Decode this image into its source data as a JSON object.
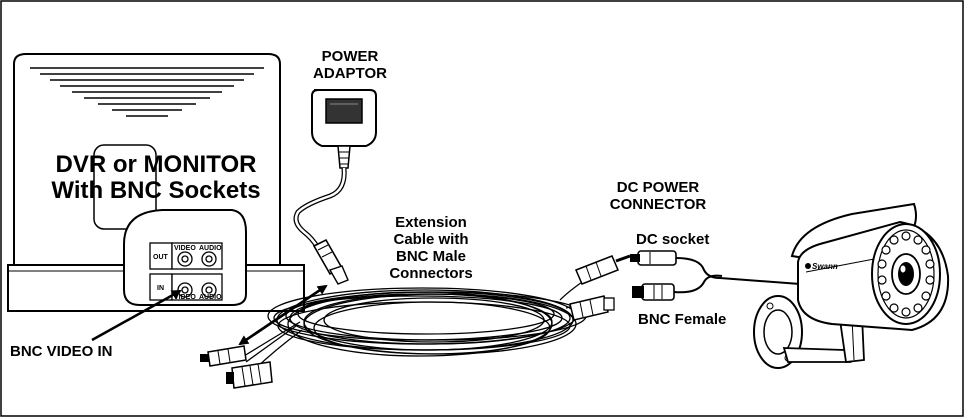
{
  "labels": {
    "dvr_line1": "DVR or MONITOR",
    "dvr_line2": "With BNC Sockets",
    "power_adaptor_line1": "POWER",
    "power_adaptor_line2": "ADAPTOR",
    "extension_line1": "Extension",
    "extension_line2": "Cable with",
    "extension_line3": "BNC Male",
    "extension_line4": "Connectors",
    "dc_power_line1": "DC POWER",
    "dc_power_line2": "CONNECTOR",
    "dc_socket": "DC socket",
    "bnc_female": "BNC Female",
    "bnc_video_in": "BNC VIDEO IN"
  },
  "panel": {
    "out": "OUT",
    "in": "IN",
    "video": "VIDEO",
    "audio": "AUDIO"
  },
  "camera": {
    "brand": "Swann"
  },
  "colors": {
    "stroke": "#000000",
    "background": "#ffffff",
    "panel_fill": "#d9d9d9"
  }
}
